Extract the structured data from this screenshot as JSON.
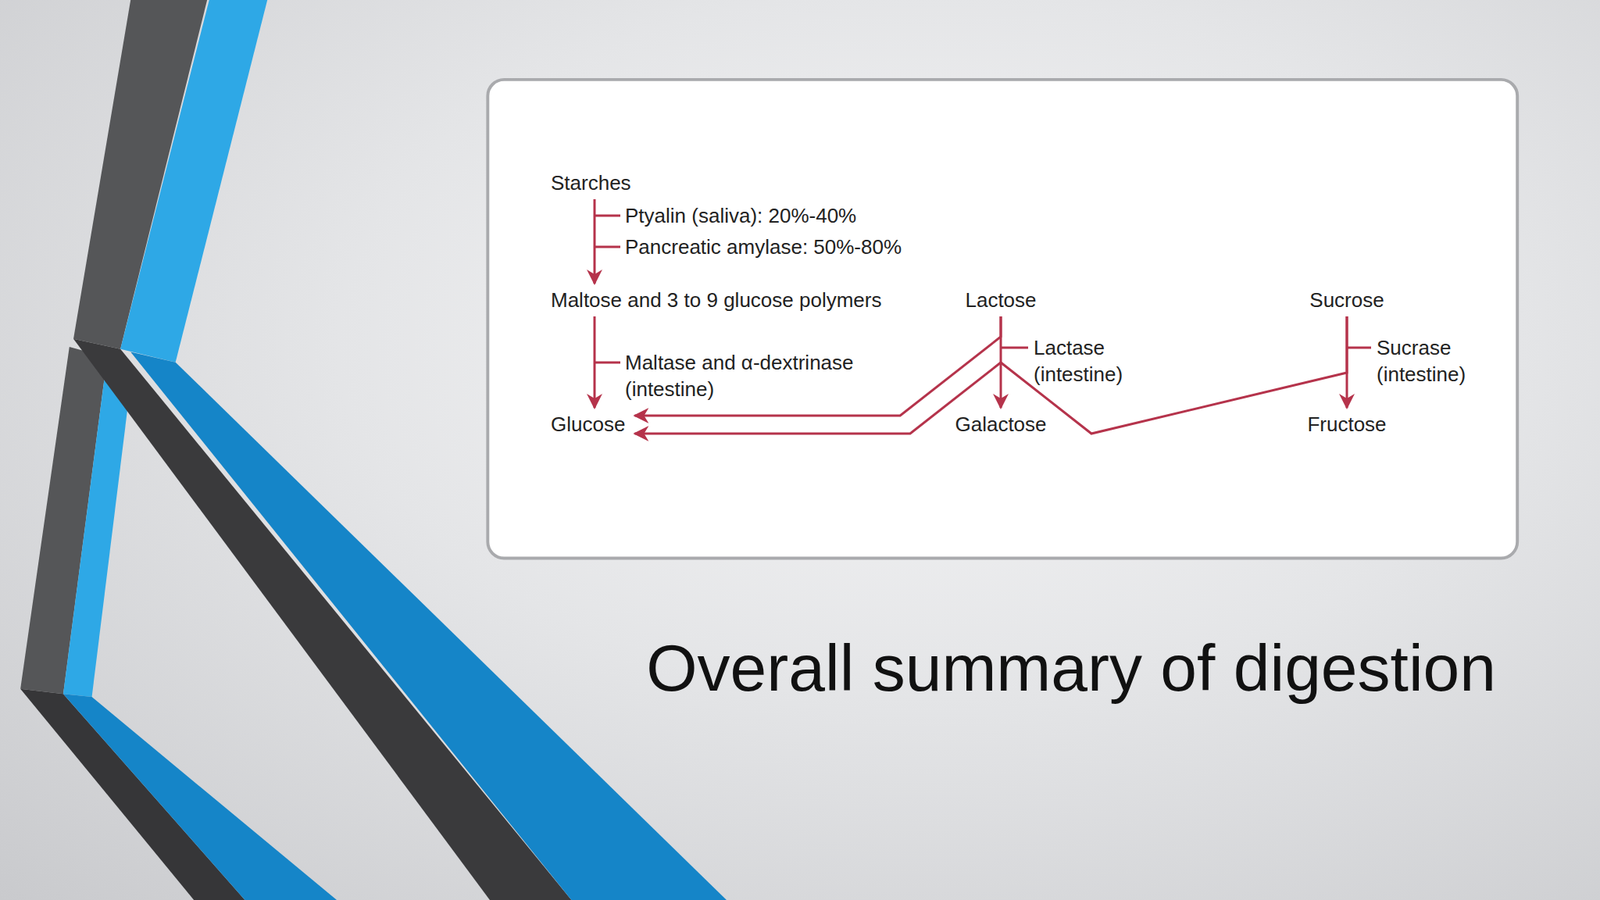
{
  "diagram": {
    "title": "Overall summary of digestion",
    "nodes": [
      {
        "text": [
          "Starches"
        ]
      },
      {
        "text": [
          "Maltose and 3 to 9 glucose polymers"
        ]
      },
      {
        "text": [
          "Lactose"
        ]
      },
      {
        "text": [
          "Sucrose"
        ]
      },
      {
        "text": [
          "Glucose"
        ]
      },
      {
        "text": [
          "Galactose"
        ]
      },
      {
        "text": [
          "Fructose"
        ]
      }
    ],
    "edges": [
      {
        "from": 0,
        "to": 1,
        "arrow": "to"
      },
      {
        "from": 1,
        "to": 4,
        "arrow": "to"
      },
      {
        "from": 2,
        "to": 4,
        "arrow": "to"
      },
      {
        "from": 2,
        "to": 5,
        "arrow": "to"
      },
      {
        "from": 3,
        "to": 4,
        "arrow": "to"
      },
      {
        "from": 3,
        "to": 6,
        "arrow": "to"
      }
    ],
    "labels": [
      "Ptyalin (saliva): 20%-40%",
      "Pancreatic amylase: 50%-80%",
      "Maltase and α-dextrinase (intestine)",
      "Lactase (intestine)",
      "Sucrase (intestine)"
    ]
  }
}
